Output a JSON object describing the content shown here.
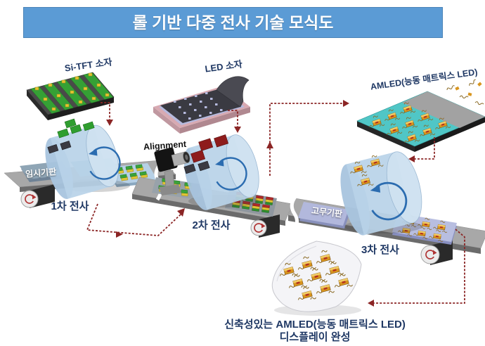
{
  "title": "롤 기반 다중 전사 기술 모식도",
  "devices": {
    "si_tft": "Si-TFT 소자",
    "led": "LED 소자",
    "amled": "AMLED(능동 매트릭스 LED)"
  },
  "stages": {
    "stage1": "1차 전사",
    "stage2": "2차 전사",
    "stage3": "3차 전사"
  },
  "substrates": {
    "temporary": "임시기판",
    "rubber": "고무기판"
  },
  "alignment_label": "Alignment",
  "caption": {
    "line1": "신축성있는 AMLED(능동 매트릭스 LED)",
    "line2": "디스플레이 완성"
  },
  "colors": {
    "banner_blue": "#5b9bd5",
    "label_navy": "#1f3864",
    "arrow_maroon": "#8b2525",
    "roller_blue": "#bdd5ea",
    "rotation_blue": "#2b6cb0",
    "device_teal": "#50c6c6",
    "chip_gold": "#d8951e",
    "chip_green": "#2f9e2f",
    "chip_red": "#8e1c1c",
    "substrate_lavender": "#aab2d8"
  }
}
